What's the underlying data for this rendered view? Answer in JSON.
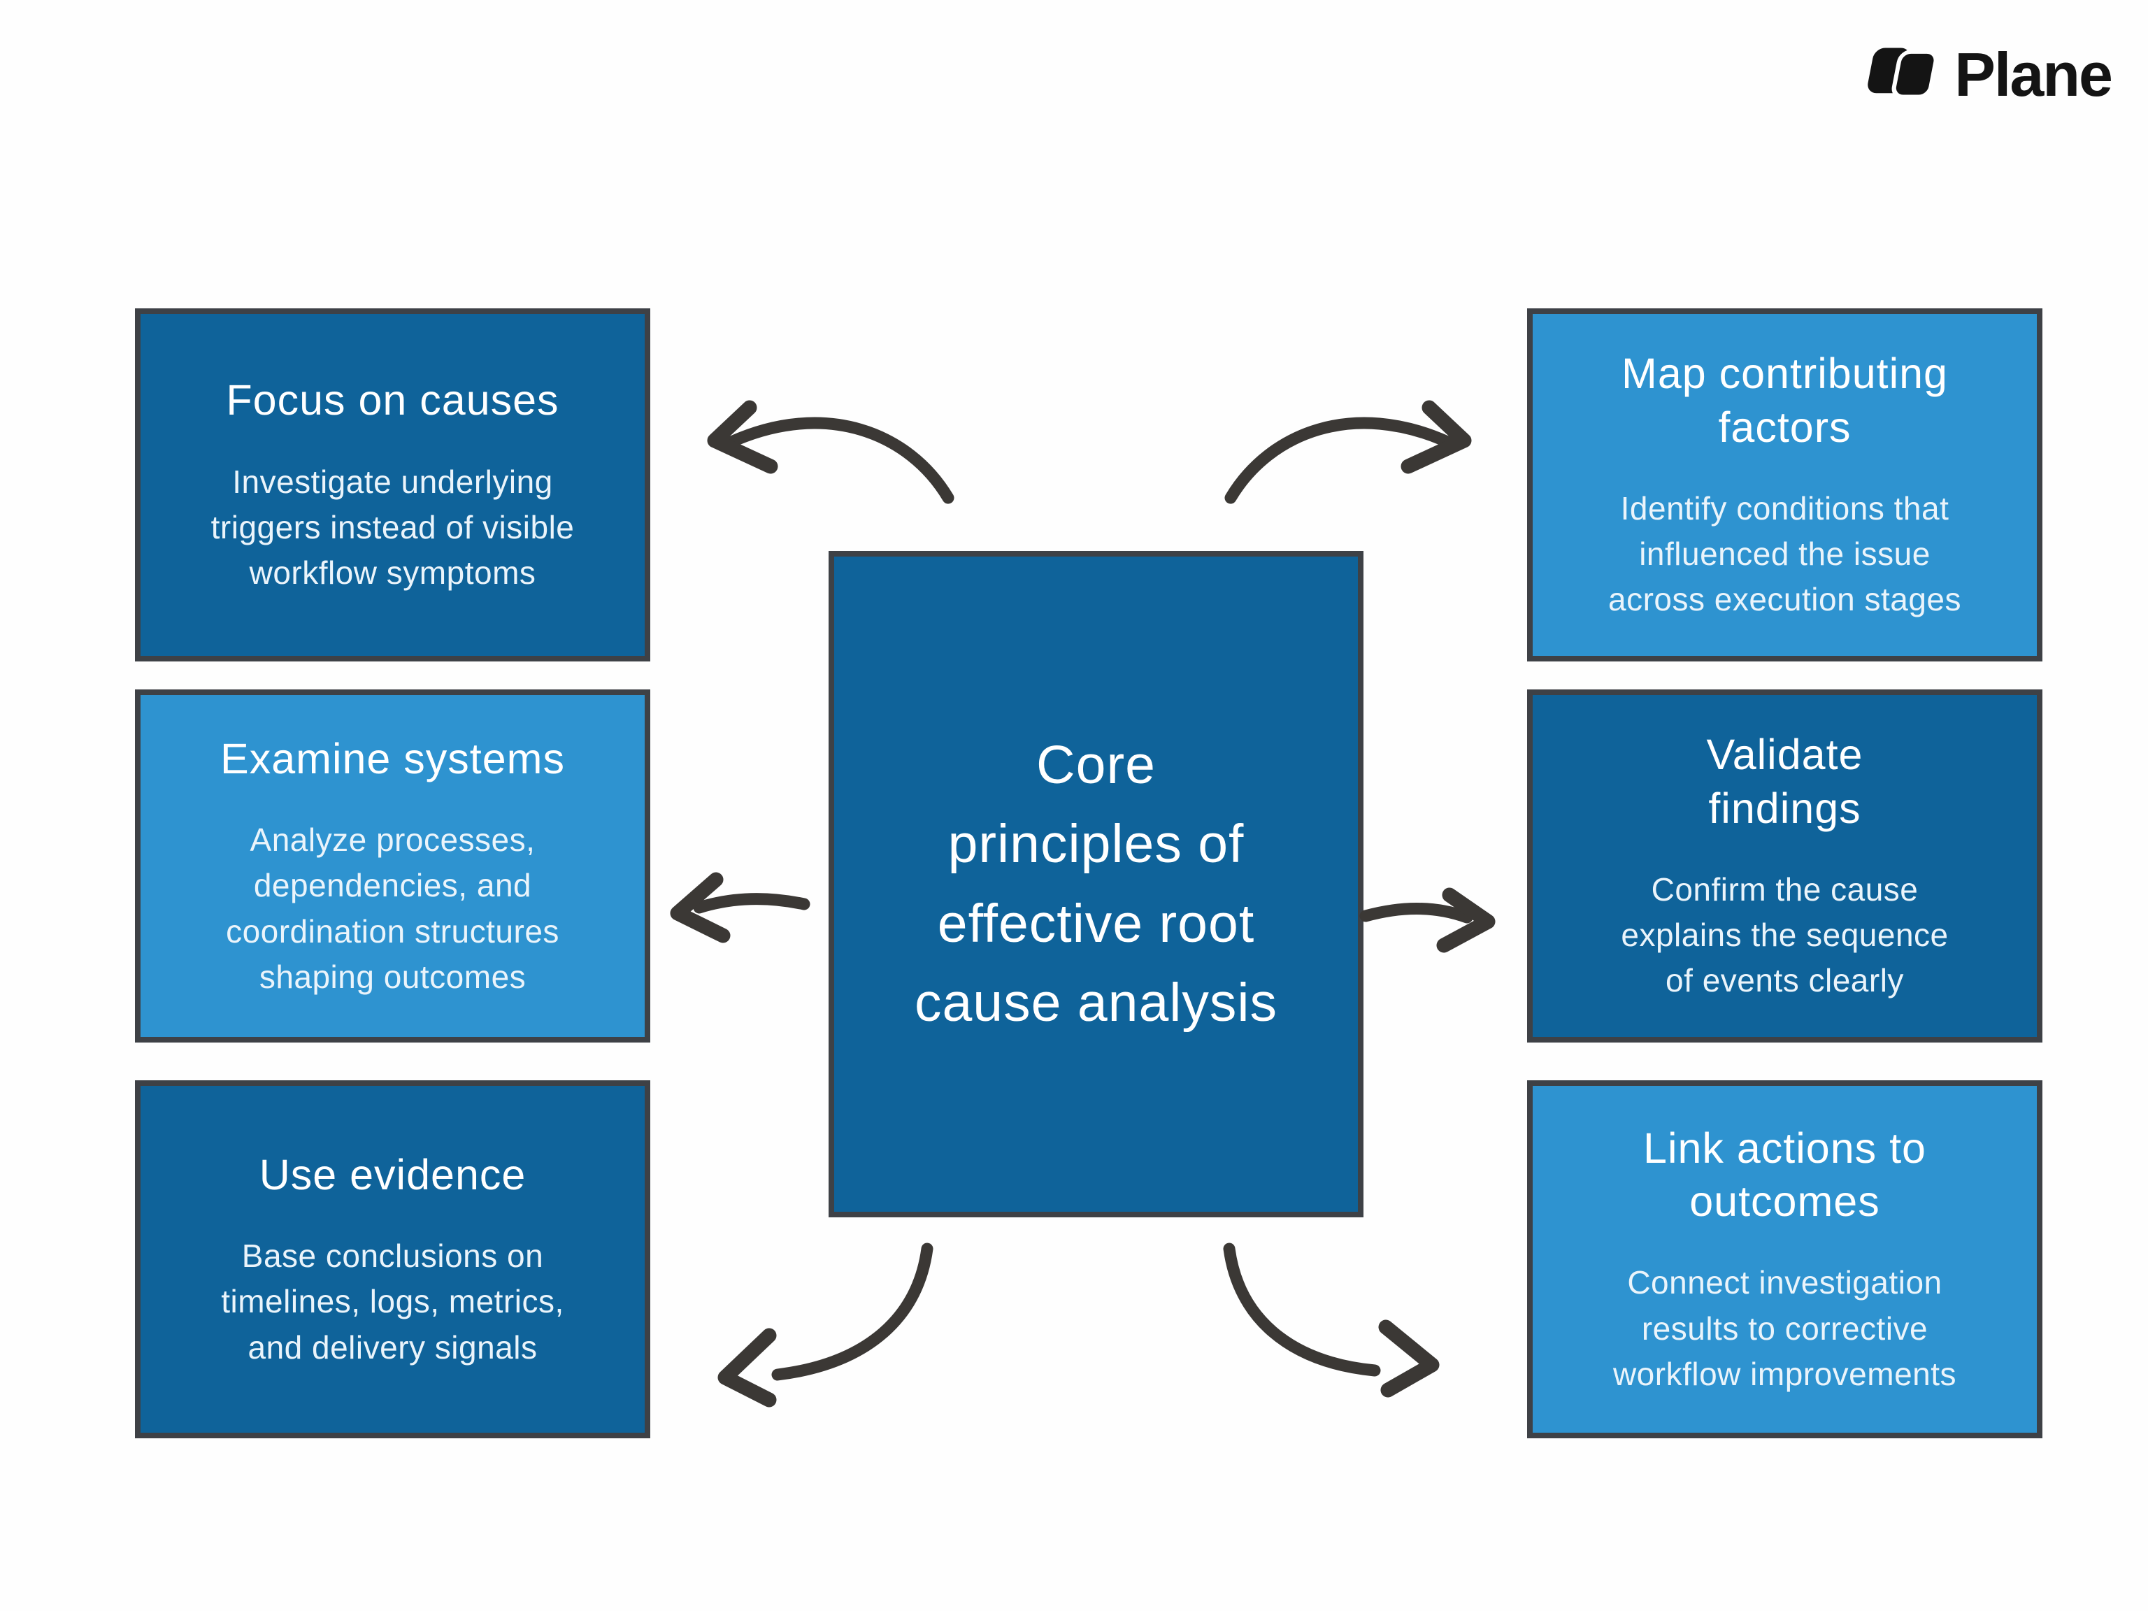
{
  "logo": {
    "text": "Plane",
    "color": "#141414"
  },
  "center_box": {
    "title": "Core\nprinciples of\neffective root\ncause analysis"
  },
  "boxes": [
    {
      "id": "focus-on-causes",
      "tone": "dark",
      "title": "Focus on causes",
      "body": "Investigate underlying\ntriggers instead of visible\nworkflow symptoms"
    },
    {
      "id": "examine-systems",
      "tone": "light",
      "title": "Examine systems",
      "body": "Analyze processes,\ndependencies, and\ncoordination structures\nshaping outcomes"
    },
    {
      "id": "use-evidence",
      "tone": "dark",
      "title": "Use evidence",
      "body": "Base conclusions on\ntimelines, logs, metrics,\nand delivery signals"
    },
    {
      "id": "map-contributing-factors",
      "tone": "light",
      "title": "Map contributing\nfactors",
      "body": "Identify conditions that\ninfluenced the issue\nacross execution stages"
    },
    {
      "id": "validate-findings",
      "tone": "dark",
      "title": "Validate\nfindings",
      "body": "Confirm the cause\nexplains the sequence\nof events clearly"
    },
    {
      "id": "link-actions-to-outcomes",
      "tone": "light",
      "title": "Link actions to\noutcomes",
      "body": "Connect investigation\nresults to corrective\nworkflow improvements"
    }
  ],
  "arrows": [
    {
      "name": "center-to-focus-on-causes",
      "direction": "upper-left"
    },
    {
      "name": "center-to-map-contributing-factors",
      "direction": "upper-right"
    },
    {
      "name": "center-to-examine-systems",
      "direction": "left"
    },
    {
      "name": "center-to-validate-findings",
      "direction": "right"
    },
    {
      "name": "center-to-use-evidence",
      "direction": "lower-left"
    },
    {
      "name": "center-to-link-actions-to-outcomes",
      "direction": "lower-right"
    }
  ],
  "colors": {
    "dark_blue": "#0f639a",
    "light_blue": "#2e93d0",
    "box_border": "#3e4146",
    "arrow": "#3b3835",
    "title_text": "#ffffff",
    "body_text": "#eaf4fb",
    "background": "#ffffff"
  }
}
